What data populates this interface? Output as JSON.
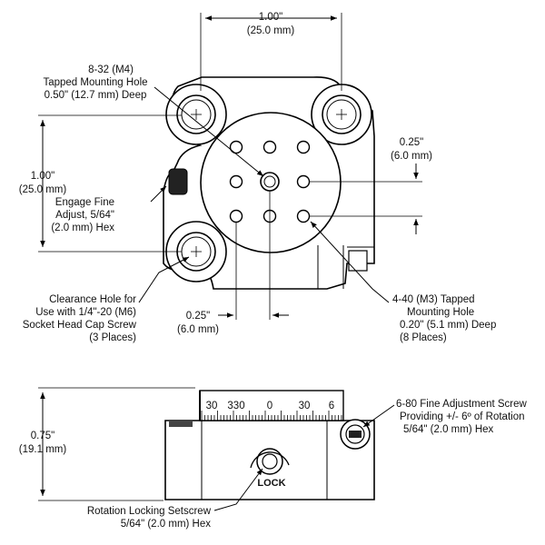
{
  "dimensions": {
    "top_width_in": "1.00\"",
    "top_width_mm": "(25.0 mm)",
    "left_height_in": "1.00\"",
    "left_height_mm": "(25.0 mm)",
    "right_offset_in": "0.25\"",
    "right_offset_mm": "(6.0 mm)",
    "bottom_offset_in": "0.25\"",
    "bottom_offset_mm": "(6.0 mm)",
    "side_height_in": "0.75\"",
    "side_height_mm": "(19.1 mm)"
  },
  "callouts": {
    "mount_hole": [
      "8-32 (M4)",
      "Tapped Mounting Hole",
      "0.50\" (12.7 mm) Deep"
    ],
    "fine_adjust": [
      "Engage Fine",
      "Adjust, 5/64\"",
      "(2.0 mm) Hex"
    ],
    "clearance_hole": [
      "Clearance Hole for",
      "Use with 1/4\"-20 (M6)",
      "Socket Head Cap Screw",
      "(3 Places)"
    ],
    "tapped_holes": [
      "4-40 (M3) Tapped",
      "Mounting Hole",
      "0.20\" (5.1 mm) Deep",
      "(8 Places)"
    ],
    "adjust_screw": [
      "6-80 Fine Adjustment Screw",
      "Providing +/- 6º of Rotation",
      "5/64\" (2.0 mm) Hex"
    ],
    "locking_setscrew": [
      "Rotation Locking Setscrew",
      "5/64\" (2.0 mm) Hex"
    ]
  },
  "scale_labels": [
    "30",
    "330",
    "0",
    "30",
    "6"
  ],
  "lock_label": "LOCK"
}
